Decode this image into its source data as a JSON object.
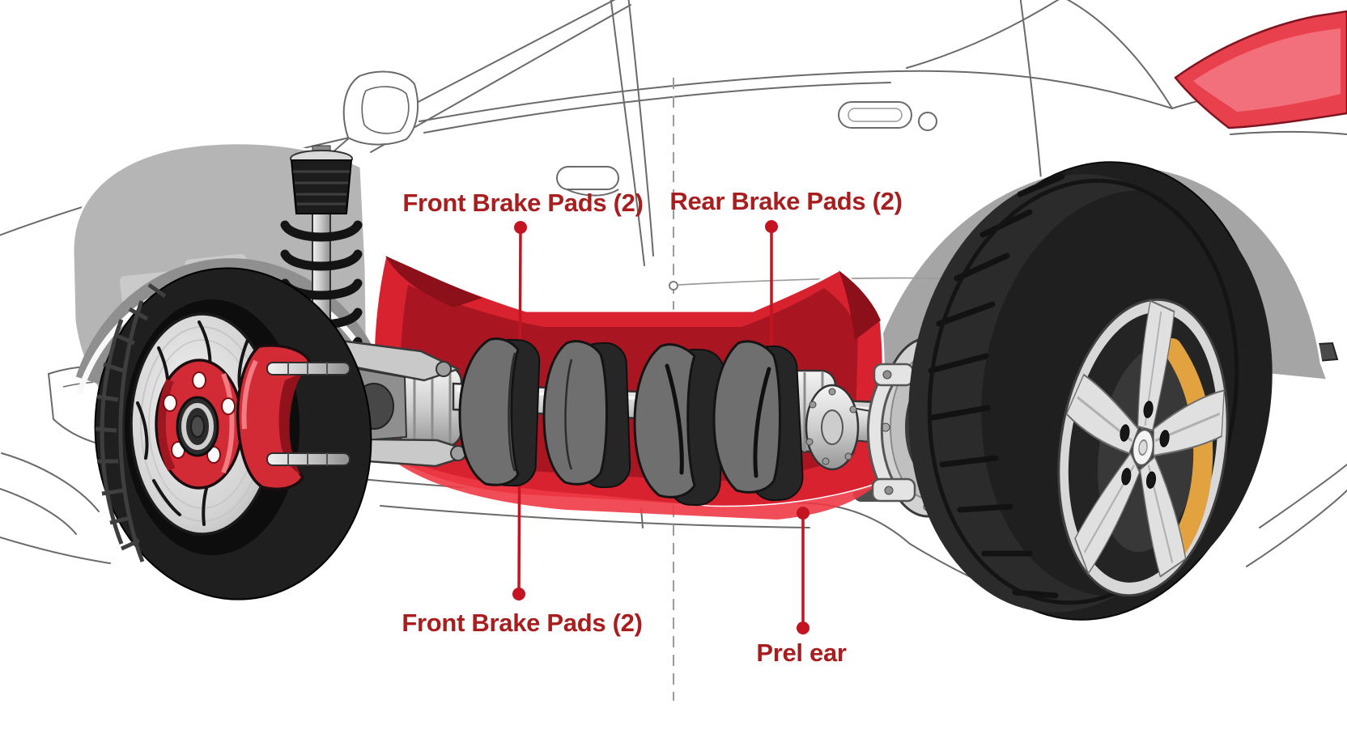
{
  "diagram": {
    "type": "car-brake-pads-cutaway-illustration",
    "labels": {
      "front_top": {
        "text": "Front Brake Pads (2)"
      },
      "rear_top": {
        "text": "Rear Brake Pads (2)"
      },
      "front_bottom": {
        "text": "Front Brake Pads (2)"
      },
      "rear_bottom": {
        "text": "Prel ear"
      }
    },
    "colors": {
      "label_red": "#A81E1E",
      "leader_red": "#C41422",
      "panel_red": "#D8222F",
      "panel_red_dark": "#A91622",
      "panel_red_deep": "#8C101A",
      "panel_red_bright": "#EE3A46",
      "caliper_red": "#D32B35",
      "rear_caliper_orange": "#E2A23F",
      "tire_black": "#1F1F1F",
      "pad_gray": "#6F6F6F",
      "backing_black": "#262626",
      "fender_gray": "#B5B5B5",
      "arch_gray": "#A5A5A5",
      "outline_gray": "#6A6A6A"
    }
  }
}
